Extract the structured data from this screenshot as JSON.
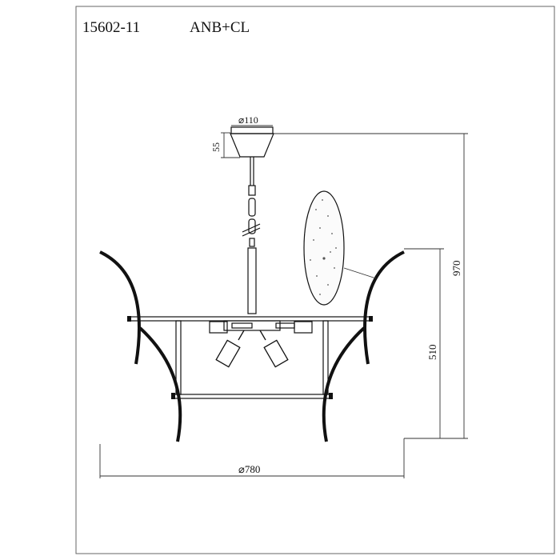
{
  "drawing": {
    "model_code": "15602-11",
    "finish_code": "ANB+CL",
    "dimensions": {
      "canopy_diameter": "⌀110",
      "canopy_height": "55",
      "total_height": "970",
      "body_height": "510",
      "overall_diameter": "⌀780"
    }
  }
}
